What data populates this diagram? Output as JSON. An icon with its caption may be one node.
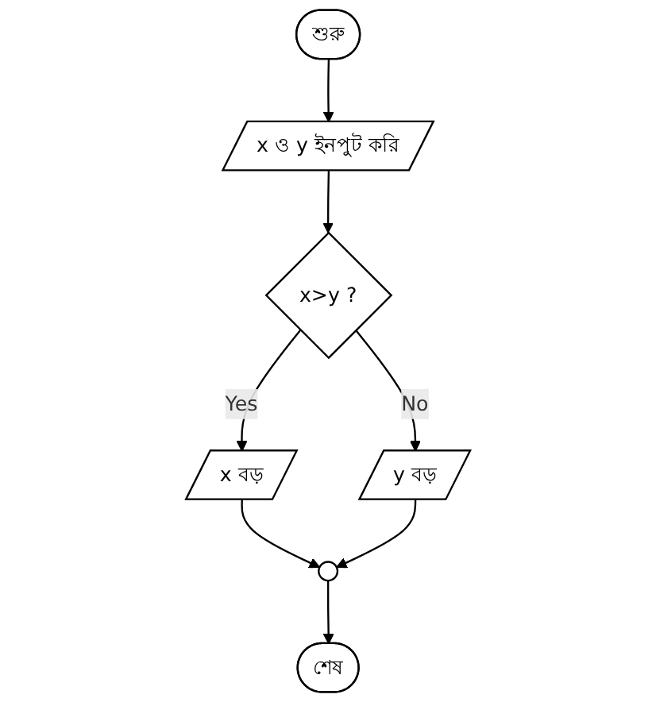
{
  "diagram": {
    "nodes": [
      {
        "text": [
          "শুরু"
        ]
      },
      {
        "text": [
          "x ও y ইনপুট করি"
        ]
      },
      {
        "text": [
          "x>y ?"
        ]
      },
      {
        "text": [
          "x বড়"
        ]
      },
      {
        "text": [
          "y বড়"
        ]
      },
      {
        "text": [],
        "shape": "circle"
      },
      {
        "text": [
          "শেষ"
        ]
      }
    ],
    "edges": [
      {
        "from": 0,
        "to": 1,
        "arrow": "to"
      },
      {
        "from": 1,
        "to": 2,
        "arrow": "to"
      },
      {
        "from": 2,
        "to": 3,
        "label": "Yes",
        "arrow": "to"
      },
      {
        "from": 2,
        "to": 4,
        "label": "No",
        "arrow": "to"
      },
      {
        "from": 3,
        "to": 5,
        "arrow": "to"
      },
      {
        "from": 4,
        "to": 5,
        "arrow": "to"
      },
      {
        "from": 5,
        "to": 6,
        "arrow": "to"
      }
    ]
  }
}
